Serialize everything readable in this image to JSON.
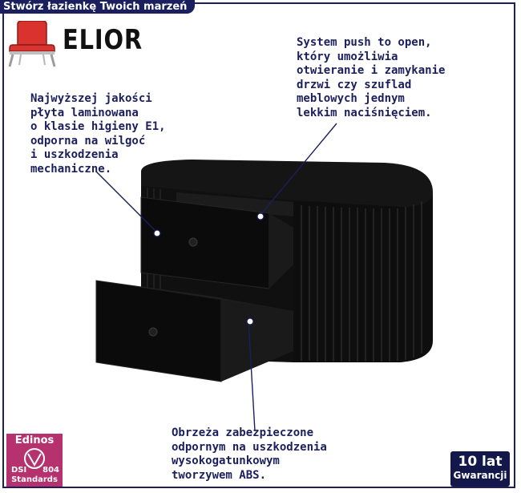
{
  "header": {
    "tagline": "Stwórz łazienkę Twoich marzeń"
  },
  "logo": {
    "brand": "ELIOR",
    "icon": "red-chair-icon"
  },
  "callouts": {
    "material": "Najwyższej jakości\npłyta laminowana\no klasie higieny E1,\nodporna na wilgoć\ni uszkodzenia\nmechaniczne.",
    "push_system": "System push to open,\nktóry umożliwia\notwieranie i zamykanie\ndrzwi czy szuflad\nmeblowych jednym\nlekkim naciśnięciem.",
    "edging": "Obrzeża zabezpieczone\nodpornym na uszkodzenia\nwysokogatunkowym\ntworzywem ABS."
  },
  "badges": {
    "certification": {
      "brand": "Edinos",
      "dsi": "DSI",
      "number": "804",
      "label": "Standards"
    },
    "warranty": {
      "years": "10 lat",
      "label": "Gwarancji"
    }
  },
  "colors": {
    "accent": "#1b1f5e",
    "furniture": "#111111",
    "chair": "#d9322f",
    "edinos": "#b5326e"
  }
}
